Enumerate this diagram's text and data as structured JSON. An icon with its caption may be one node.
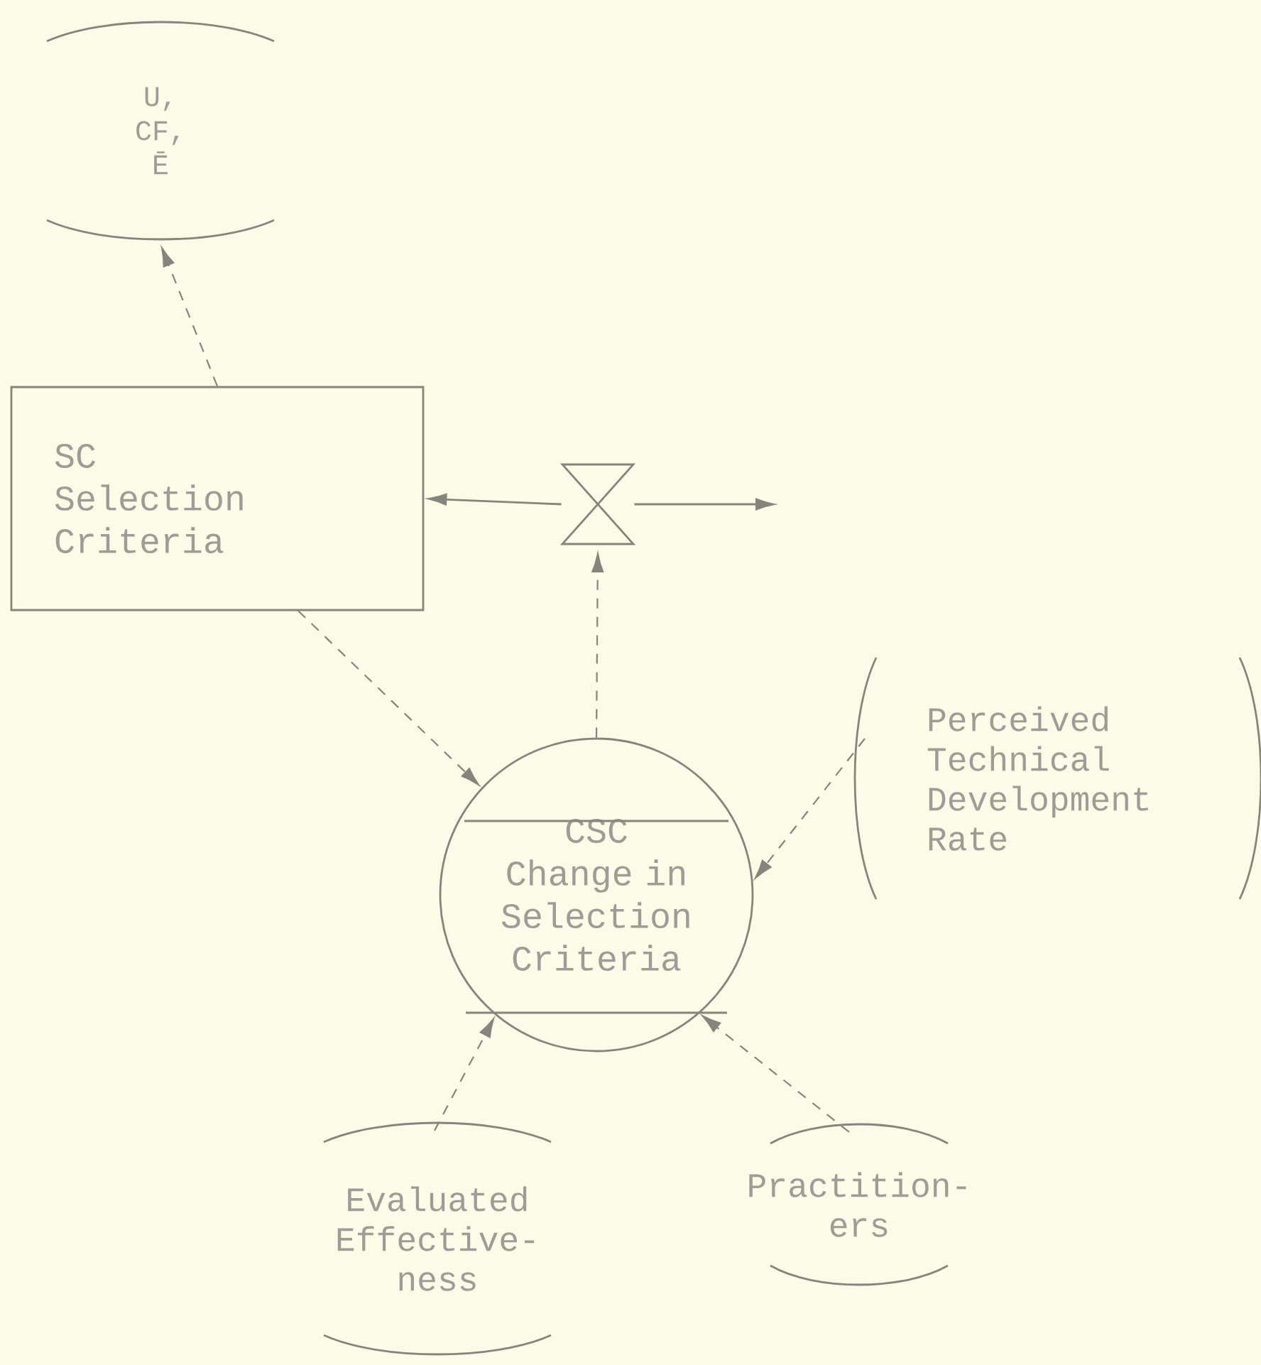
{
  "diagram": {
    "nodes": [
      {
        "text": [
          "U, CF, Ē"
        ]
      },
      {
        "text": [
          "SC",
          "Selection Criteria"
        ]
      },
      {
        "text": [],
        "shape": "valve"
      },
      {
        "text": [
          "CSC",
          "Change in Selection Criteria"
        ]
      },
      {
        "text": [
          "Perceived Technical Development Rate"
        ]
      },
      {
        "text": [
          "Evaluated Effective- ness"
        ]
      },
      {
        "text": [
          "Practition- ers"
        ]
      }
    ],
    "edges": [
      {
        "from": 1,
        "to": 0,
        "arrow": "to",
        "style": "dashed"
      },
      {
        "from": 2,
        "to": 1,
        "arrow": "to"
      },
      {
        "from": 2,
        "to": null,
        "arrow": "to"
      },
      {
        "from": 1,
        "to": 3,
        "arrow": "to",
        "style": "dashed"
      },
      {
        "from": 3,
        "to": 2,
        "arrow": "to",
        "style": "dashed"
      },
      {
        "from": 4,
        "to": 3,
        "arrow": "to",
        "style": "dashed"
      },
      {
        "from": 5,
        "to": 3,
        "arrow": "to",
        "style": "dashed"
      },
      {
        "from": 6,
        "to": 3,
        "arrow": "to",
        "style": "dashed"
      }
    ]
  }
}
